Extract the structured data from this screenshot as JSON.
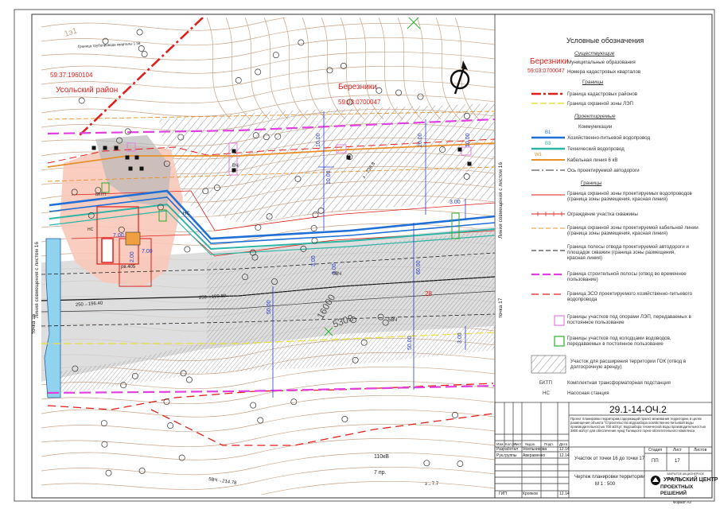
{
  "map": {
    "top_scribble": "1э1",
    "pipe_label": "Граница трубопровода кварталы 1 58",
    "kad_left": "59:37:1960104",
    "district_left": "Усольский район",
    "muni_right": "Березники",
    "kad_right": "59:03:0700047",
    "left_match": "Линия совмещения с листом 16",
    "right_match": "Линия совмещения с листом 16",
    "point_left": "точка 16",
    "point_right": "точка 17",
    "dims": [
      "10.00",
      "10.00",
      "20.00",
      "3.00",
      "3.00",
      "3.00",
      "3.00",
      "7.00",
      "7.00",
      "2.00",
      "50.00",
      "50.00",
      "60.00",
      "10.00"
    ],
    "chainage_1": "16000",
    "chainage_2": "5300",
    "red_num": "28",
    "bktp": "БКТП",
    "ns": "НС",
    "vl": "110кВ",
    "road": "7 пр.",
    "small_labels": [
      "250→196.40",
      "259→199.89",
      "з→236.8",
      "рв.405",
      "5ВЧ",
      "0ВЧ",
      "НС",
      "ВЧ",
      "5ВЧ→214.78",
      "з→7.7"
    ]
  },
  "legend": {
    "title": "Условные обозначения",
    "existing": "Существующие",
    "muni_sample": "Березники",
    "muni_label": "Муниципальные образования",
    "kad_sample": "59:03:0700047",
    "kad_label": "Номера кадастровых кварталов",
    "borders_head": "Границы",
    "kad_border": "Граница кадастровых районов",
    "lep_border": "Граница охранной зоны ЛЭП",
    "projected": "Проектируемые",
    "comm_head": "Коммуникации",
    "b1_tag": "В1",
    "b1_label": "Хозяйственно-питьевой водопровод",
    "b3_tag": "В3",
    "b3_label": "Технический водопровод",
    "w1_tag": "W1",
    "w1_label": "Кабельная линия 6 кВ",
    "road_axis": "Ось проектируемой автодороги",
    "borders2_head": "Границы",
    "water_zone": "Граница охранной зоны проектируемых водопроводов (граница зоны размещения, красная линия)",
    "well_fence": "Ограждение участка скважины",
    "cable_zone": "Граница охранной зоны проектируемой кабельной линии (граница зоны размещения, красная линия)",
    "road_strip": "Граница полосы отвода проектируемой автодороги и площадок скважин (граница зоны размещения, красная линия)",
    "build_strip": "Граница строительной полосы (отвод во временное пользование)",
    "zso": "Граница ЗСО проектируемого хозяйственно-питьевого водопровода",
    "lep_plots": "Границы участков под опорами ЛЭП, передаваемых в постоянное пользование",
    "well_plots": "Границы участков под колодцами водоводов, передаваемых в постоянное пользование",
    "gok": "Участок для расширения территории ГОК (отвод в долгосрочную аренду)",
    "bktp_abbr": "БКТП",
    "bktp_label": "Комплектная трансформаторная подстанция",
    "ns_abbr": "НС",
    "ns_label": "Насосная станция"
  },
  "title_block": {
    "code": "29.1-14-ОЧ.2",
    "project": "Проект планировки территории,содержащий проект межевания территории, в целях размещения объекта \"Строительство водозабора хозяйственно-питьевой воды производительностью 700 м3/сут, водозабора технической воды производительностью 3800 м3/сут для обеспечения нужд Талицкого горно-обогатительного комплекса",
    "cols": [
      "Изм.",
      "Кол.уч.",
      "Лист",
      "№док.",
      "Подп.",
      "Дата"
    ],
    "row1_role": "Разработал",
    "row1_name": "Ясельникова",
    "row1_date": "12.14",
    "row2_role": "Рук.группы",
    "row2_name": "Авераменко",
    "row2_date": "12.14",
    "gip_role": "ГИП",
    "gip_name": "Кропков",
    "gip_date": "12.14",
    "section": "Участок от точки 16 до точки 17",
    "stage_h": "Стадия",
    "sheet_h": "Лист",
    "sheets_h": "Листов",
    "stage": "ПП",
    "sheet": "17",
    "sheets": "",
    "drawing": "Чертеж планировки территории",
    "scale": "М 1 : 500",
    "company_top": "ЗАКРЫТОЕ АКЦИОНЕРНОЕ ОБЩЕСТВО",
    "company_1": "УРАЛЬСКИЙ ЦЕНТР",
    "company_2": "ПРОЕКТНЫХ РЕШЕНИЙ",
    "format": "Формат А3"
  },
  "colors": {
    "contour": "#c9a58a",
    "red": "#e0201b",
    "blue": "#1f6fd6",
    "teal": "#2fb5a5",
    "orange": "#e8902a",
    "magenta": "#e040e0",
    "yellow": "#e8e040",
    "pink_fill": "#f8c8b8",
    "hatch": "#888888"
  }
}
